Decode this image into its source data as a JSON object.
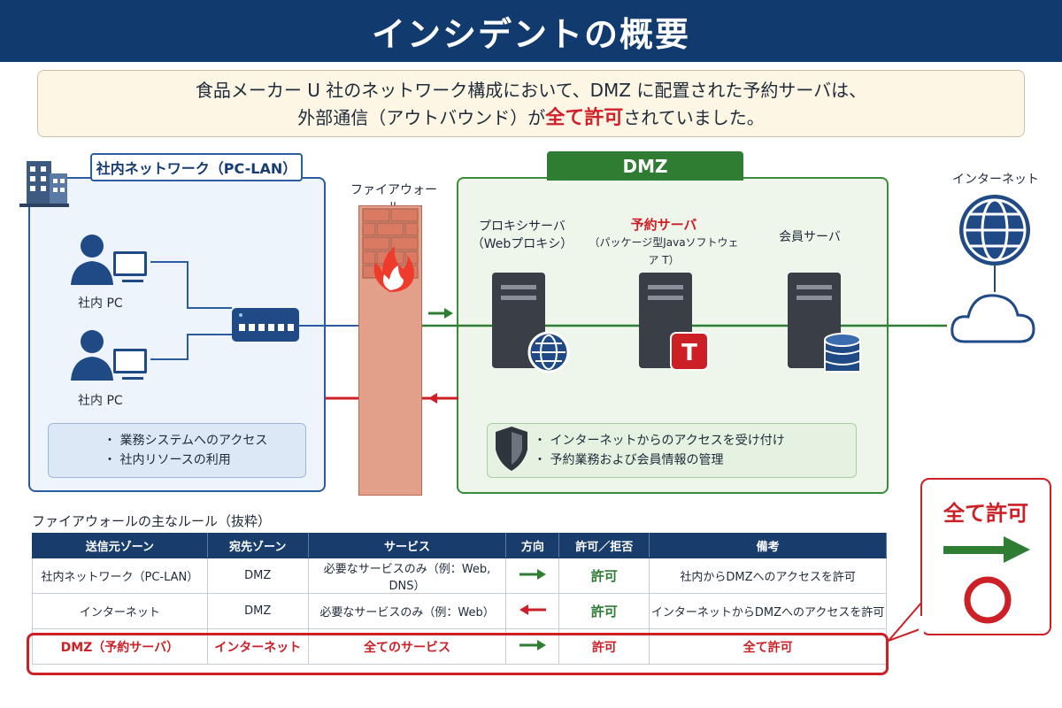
{
  "header": {
    "title": "インシデントの概要"
  },
  "summary": {
    "line1": "食品メーカー U 社のネットワーク構成において、DMZ に配置された予約サーバは、",
    "line2_pre": "外部通信（アウトバウンド）が",
    "line2_highlight": "全て許可",
    "line2_post": "されていました。"
  },
  "lan": {
    "title": "社内ネットワーク（PC-LAN）",
    "pc1_label": "社内 PC",
    "pc2_label": "社内 PC",
    "info": [
      "・ 業務システムへのアクセス",
      "・ 社内リソースの利用"
    ]
  },
  "firewall": {
    "label": "ファイアウォール"
  },
  "dmz": {
    "title": "DMZ",
    "servers": [
      {
        "name": "プロキシサーバ",
        "sub": "（Webプロキシ）"
      },
      {
        "name": "予約サーバ",
        "sub": "（パッケージ型Javaソフトウェア T）"
      },
      {
        "name": "会員サーバ",
        "sub": ""
      }
    ],
    "badge": "T",
    "info": [
      "・ インターネットからのアクセスを受け付け",
      "・ 予約業務および会員情報の管理"
    ]
  },
  "internet": {
    "label": "インターネット"
  },
  "rules": {
    "title": "ファイアウォールの主なルール（抜粋）",
    "headers": [
      "送信元ゾーン",
      "宛先ゾーン",
      "サービス",
      "方向",
      "許可／拒否",
      "備考"
    ],
    "rows": [
      {
        "src": "社内ネットワーク（PC-LAN）",
        "dst": "DMZ",
        "svc": "必要なサービスのみ（例：Web, DNS）",
        "dir": "right",
        "action": "許可",
        "note": "社内からDMZへのアクセスを許可"
      },
      {
        "src": "インターネット",
        "dst": "DMZ",
        "svc": "必要なサービスのみ（例：Web）",
        "dir": "left",
        "action": "許可",
        "note": "インターネットからDMZへのアクセスを許可"
      },
      {
        "src": "DMZ（予約サーバ）",
        "dst": "インターネット",
        "svc": "全てのサービス",
        "dir": "right",
        "action": "許可",
        "note": "全て許可"
      }
    ]
  },
  "callout": {
    "title": "全て許可"
  },
  "colors": {
    "navy": "#113a6e",
    "green": "#2e7d32",
    "red": "#cc1f26",
    "brick": "#e2a08a"
  },
  "icons": [
    "building-icon",
    "user-icon",
    "monitor-icon",
    "switch-icon",
    "fire-icon",
    "server-icon",
    "globe-icon",
    "database-icon",
    "shield-icon",
    "cloud-icon",
    "circle-ok-icon",
    "arrow-icon"
  ]
}
